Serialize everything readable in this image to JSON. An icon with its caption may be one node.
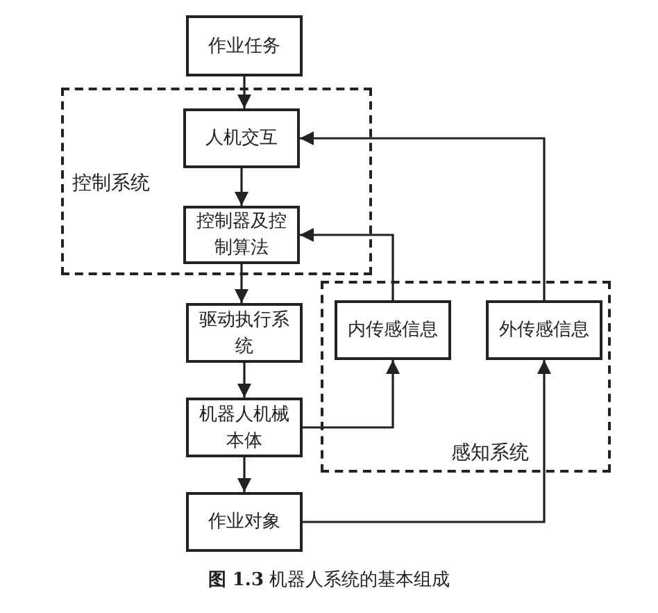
{
  "diagram": {
    "caption": "**图 1.3** 机器人系统的基本组成",
    "nodes": [
      {
        "text": [
          "作业任务"
        ]
      },
      {
        "text": [
          "控制系统"
        ]
      },
      {
        "text": [
          "人机交互"
        ],
        "in": 1
      },
      {
        "text": [
          "控制器及控制算法"
        ],
        "in": 1
      },
      {
        "text": [
          "驱动执行系统"
        ]
      },
      {
        "text": [
          "感知系统"
        ]
      },
      {
        "text": [
          "内传感信息"
        ],
        "in": 5
      },
      {
        "text": [
          "外传感信息"
        ],
        "in": 5
      },
      {
        "text": [
          "机器人机械本体"
        ]
      },
      {
        "text": [
          "作业对象"
        ]
      }
    ],
    "edges": [
      {
        "from": 0,
        "to": 2,
        "arrow": "to"
      },
      {
        "from": 2,
        "to": 3,
        "arrow": "to"
      },
      {
        "from": 3,
        "to": 4,
        "arrow": "to"
      },
      {
        "from": 4,
        "to": 8,
        "arrow": "to"
      },
      {
        "from": 8,
        "to": 9,
        "arrow": "to"
      },
      {
        "from": 8,
        "to": 6,
        "arrow": "to"
      },
      {
        "from": 9,
        "to": 7,
        "arrow": "to"
      },
      {
        "from": 6,
        "to": 3,
        "arrow": "to"
      },
      {
        "from": 7,
        "to": 2,
        "arrow": "to"
      }
    ]
  }
}
